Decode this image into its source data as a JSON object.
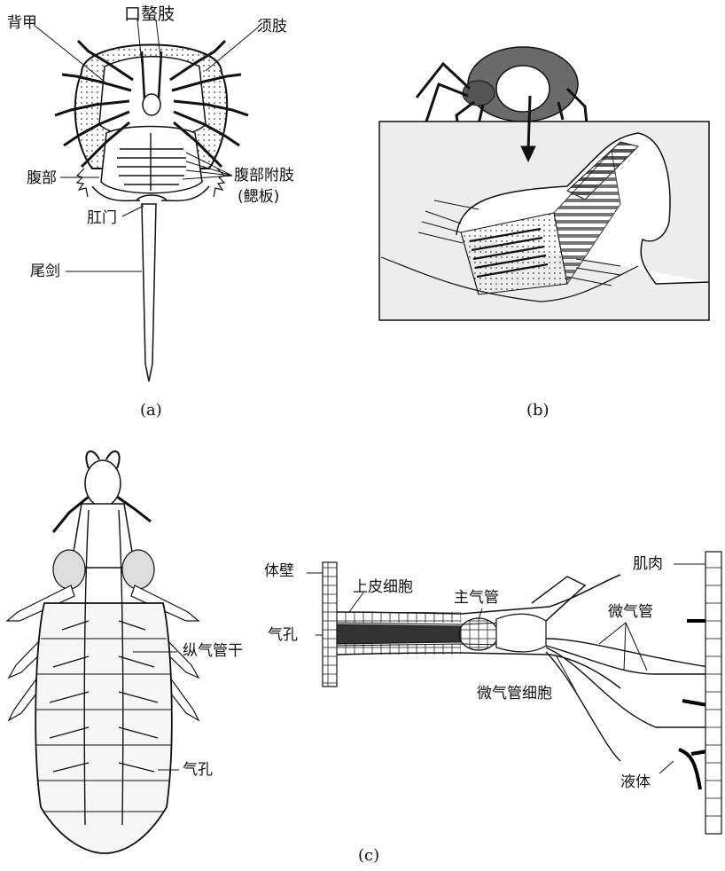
{
  "panel_a": {
    "caption": "(a)",
    "labels": {
      "carapace": "背甲",
      "chelicera": "口螯肢",
      "pedipalp": "须肢",
      "abdomen": "腹部",
      "abdominal_appendage": "腹部附肢",
      "gill_plate": "(鳃板)",
      "anus": "肛门",
      "telson": "尾剑"
    }
  },
  "panel_b": {
    "caption": "(b)"
  },
  "panel_c": {
    "caption": "(c)",
    "labels": {
      "longitudinal_trunk": "纵气管干",
      "spiracle_insect": "气孔",
      "body_wall": "体壁",
      "epidermal_cell": "上皮细胞",
      "spiracle": "气孔",
      "main_trachea": "主气管",
      "tracheole": "微气管",
      "tracheole_cell": "微气管细胞",
      "muscle": "肌肉",
      "fluid": "液体"
    }
  }
}
